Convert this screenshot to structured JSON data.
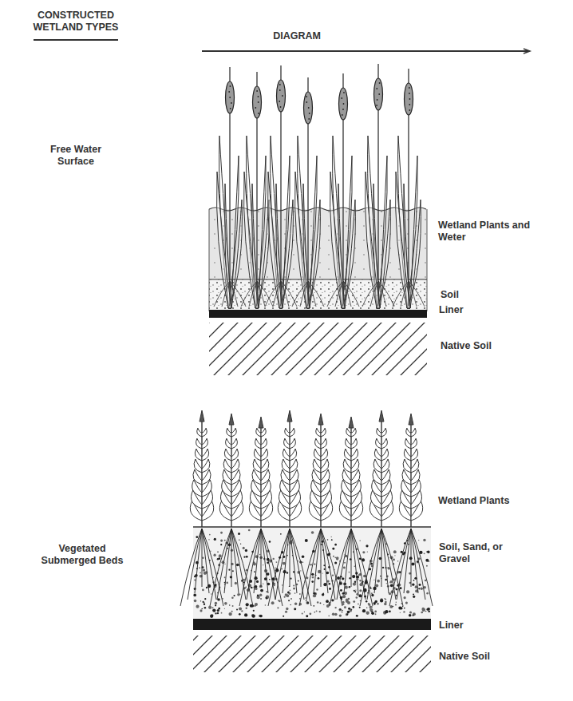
{
  "diagram": {
    "labels": [
      "CONSTRUCTED WETLAND TYPES",
      "DIAGRAM",
      "Free Water Surface",
      "Wetland Plants and Weter",
      "Soil",
      "Liner",
      "Native Soil",
      "Vegetated Submerged Beds",
      "Wetland Plants",
      "Soil, Sand, or Gravel",
      "Liner",
      "Native Soil"
    ]
  }
}
